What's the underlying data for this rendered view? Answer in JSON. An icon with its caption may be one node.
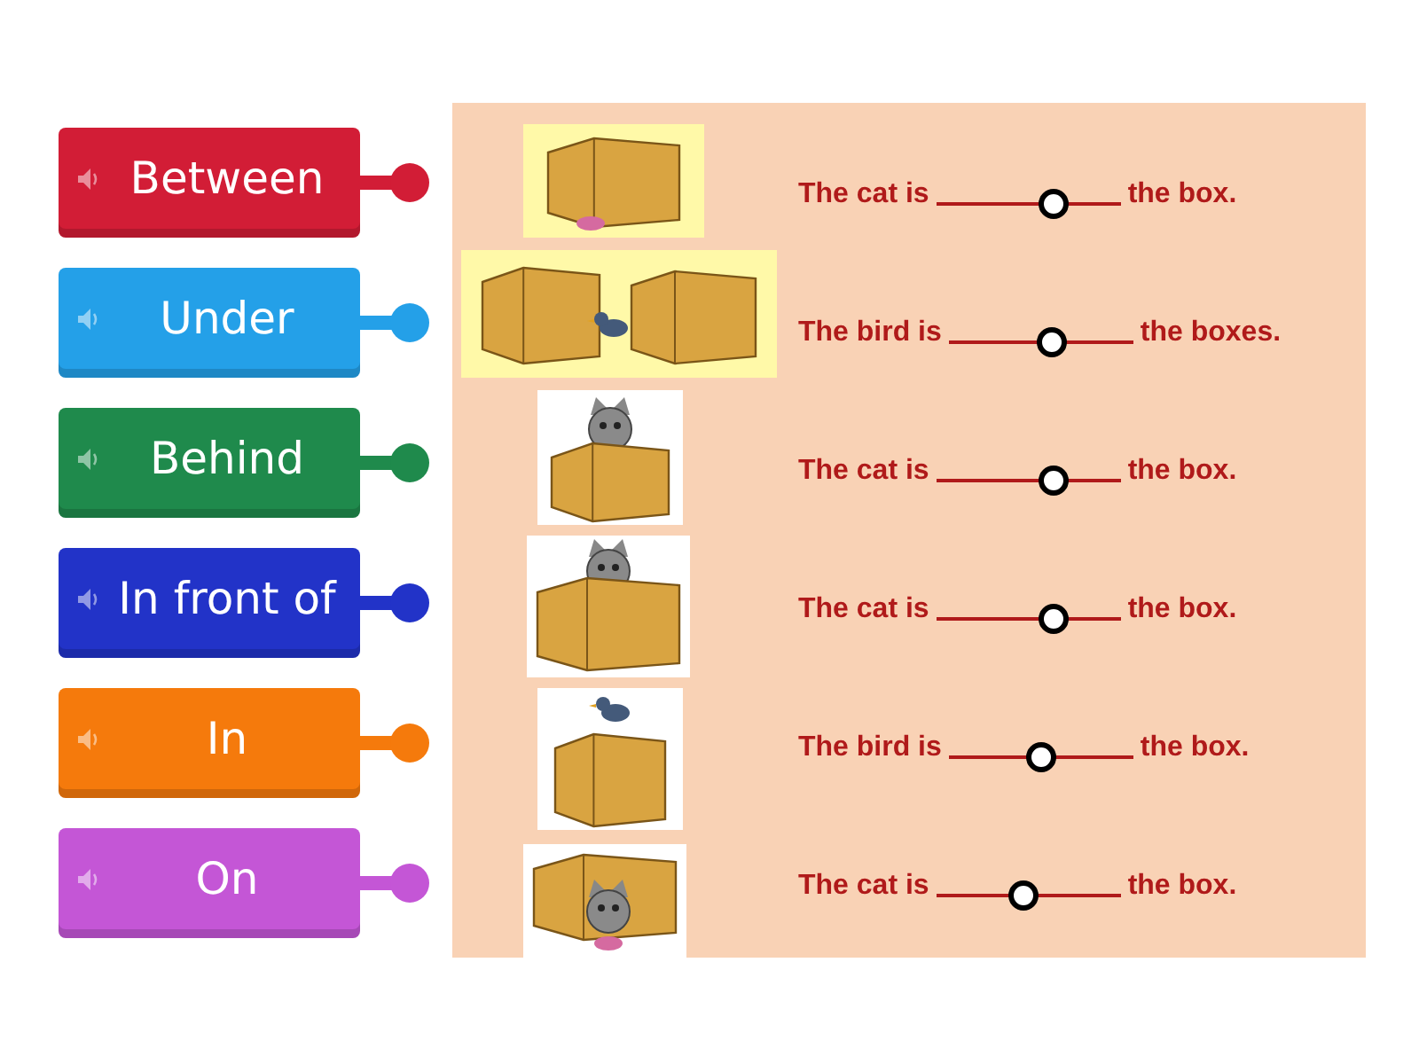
{
  "diagram": {
    "nodes": [
      {
        "text": [
          "Between"
        ]
      },
      {
        "text": [
          "Under"
        ]
      },
      {
        "text": [
          "Behind"
        ]
      },
      {
        "text": [
          "In front of"
        ]
      },
      {
        "text": [
          "In"
        ]
      },
      {
        "text": [
          "On"
        ]
      }
    ],
    "labels": [
      "The cat is",
      "the box.",
      "The bird is",
      "the boxes.",
      "The cat is",
      "the box.",
      "The cat is",
      "the box.",
      "The bird is",
      "the box.",
      "The cat is",
      "the box."
    ]
  }
}
